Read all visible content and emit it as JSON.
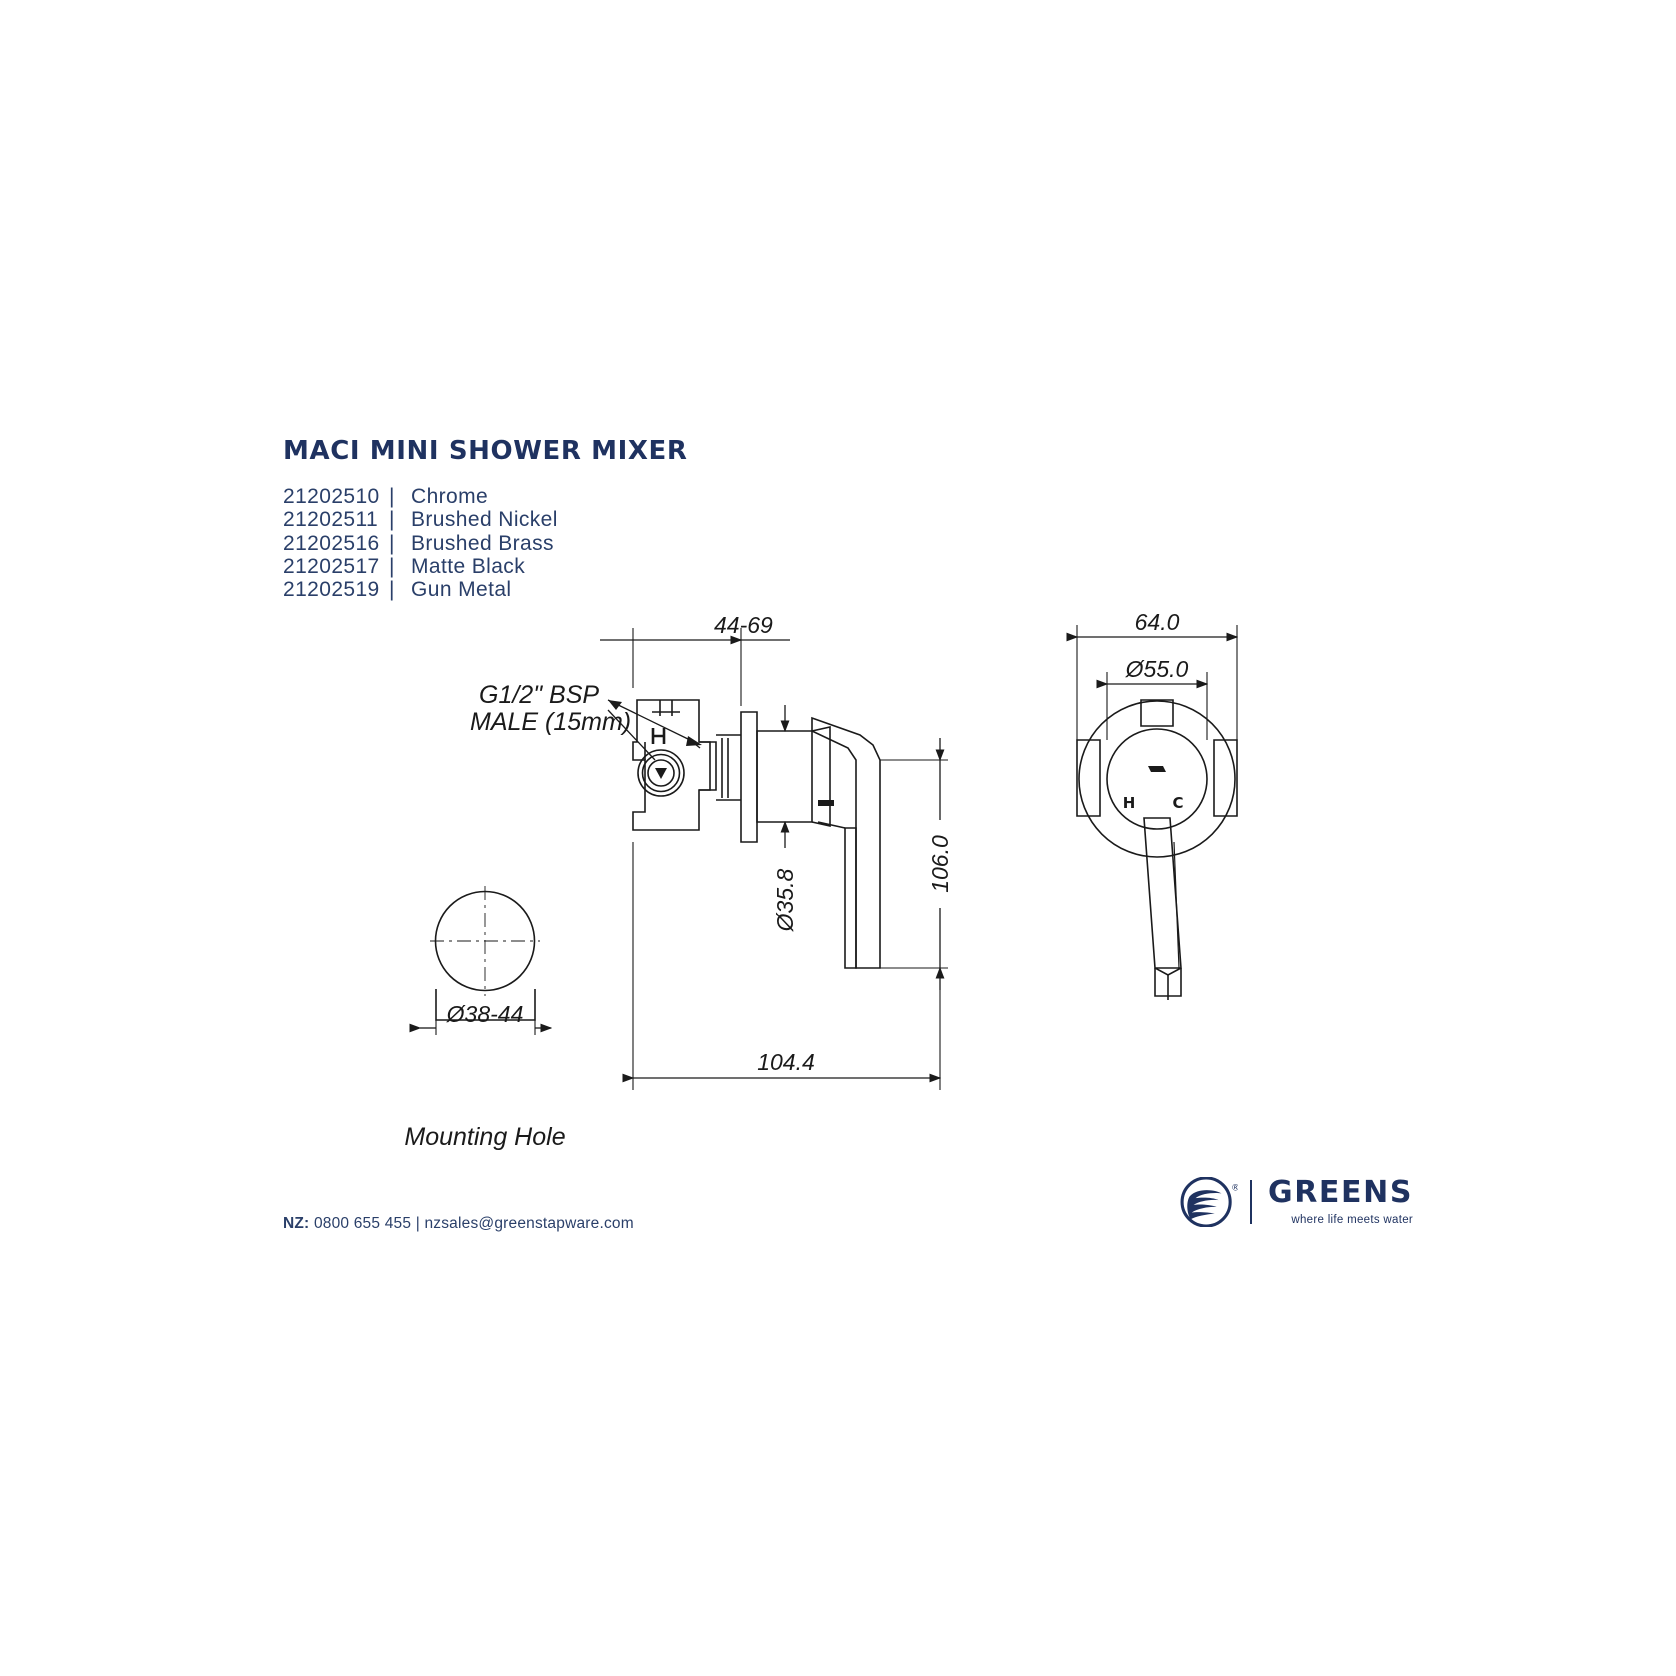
{
  "document": {
    "title": "MACI MINI SHOWER MIXER"
  },
  "product_codes": [
    {
      "code": "21202510",
      "separator": "|",
      "finish": "Chrome"
    },
    {
      "code": "21202511",
      "separator": "|",
      "finish": "Brushed Nickel"
    },
    {
      "code": "21202516",
      "separator": "|",
      "finish": "Brushed Brass"
    },
    {
      "code": "21202517",
      "separator": "|",
      "finish": "Matte Black"
    },
    {
      "code": "21202519",
      "separator": "|",
      "finish": "Gun Metal"
    }
  ],
  "drawing": {
    "side_view": {
      "callout_line1": "G1/2\" BSP",
      "callout_line2": "MALE  (15mm)",
      "dim_projection": "44-69",
      "dim_body_diameter": "Ø35.8",
      "dim_height": "106.0",
      "dim_length": "104.4"
    },
    "mounting_hole": {
      "dim_diameter": "Ø38-44",
      "caption": "Mounting Hole"
    },
    "front_view": {
      "dim_width": "64.0",
      "dim_plate_diameter": "Ø55.0",
      "marker_hot": "H",
      "marker_cold": "C"
    }
  },
  "footer": {
    "country_label": "NZ:",
    "phone": "0800 655 455",
    "separator": "|",
    "email": "nzsales@greenstapware.com"
  },
  "brand": {
    "name": "GREENS",
    "tagline": "where life meets water",
    "registered_mark": "®"
  },
  "colors": {
    "navy": "#1f3260",
    "body_text": "#2a3f69",
    "line": "#1a1a1a"
  }
}
